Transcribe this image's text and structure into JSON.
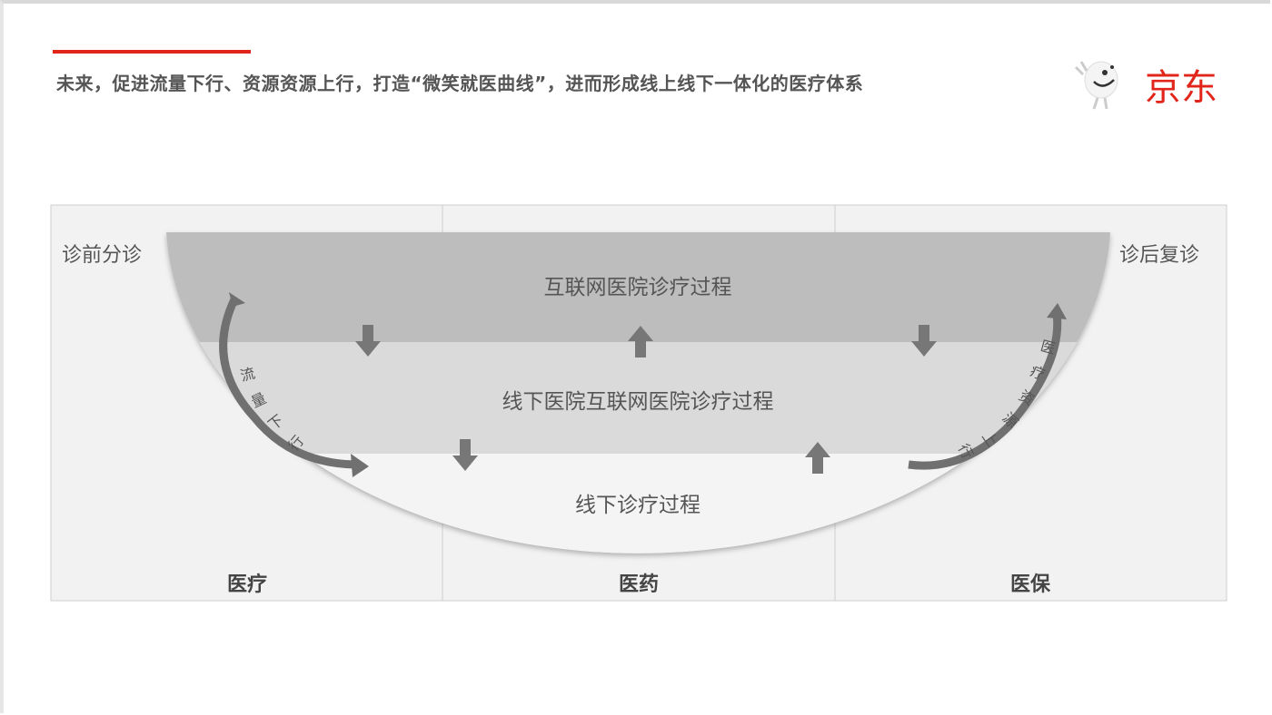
{
  "header": {
    "title": "未来，促进流量下行、资源资源上行，打造“微笑就医曲线”，进而形成线上线下一体化的医疗体系",
    "logo_text": "京东",
    "accent_color": "#e1251b"
  },
  "diagram": {
    "left_label": "诊前分诊",
    "right_label": "诊后复诊",
    "bands": [
      {
        "label": "互联网医院诊疗过程",
        "color": "#bdbdbd"
      },
      {
        "label": "线下医院互联网医院诊疗过程",
        "color": "#dadada"
      },
      {
        "label": "线下诊疗过程",
        "color": "#f4f4f4"
      }
    ],
    "left_curve_text": [
      "流",
      "量",
      "下",
      "行"
    ],
    "right_curve_text": [
      "医",
      "疗",
      "资",
      "源",
      "上",
      "行"
    ],
    "columns": [
      "医疗",
      "医药",
      "医保"
    ]
  }
}
